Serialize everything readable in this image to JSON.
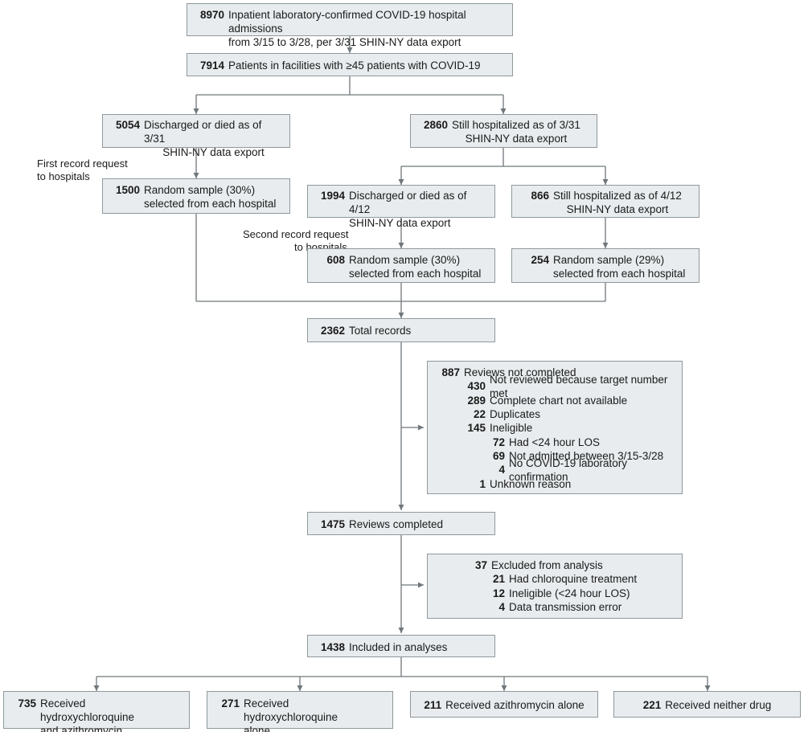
{
  "flow": {
    "admissions": {
      "count": "8970",
      "text": [
        "Inpatient laboratory-confirmed COVID-19 hospital admissions",
        "from 3/15 to 3/28, per 3/31 SHIN-NY data export"
      ]
    },
    "facilities": {
      "count": "7914",
      "text": "Patients in facilities with ≥45 patients with COVID-19"
    },
    "discharged_331": {
      "count": "5054",
      "text": [
        "Discharged or died as of 3/31",
        "SHIN-NY data export"
      ]
    },
    "hospitalized_331": {
      "count": "2860",
      "text": [
        "Still hospitalized as of 3/31",
        "SHIN-NY data export"
      ]
    },
    "first_request": [
      "First record request",
      "to hospitals"
    ],
    "sample_1500": {
      "count": "1500",
      "text": [
        "Random sample (30%)",
        "selected from each hospital"
      ]
    },
    "discharged_412": {
      "count": "1994",
      "text": [
        "Discharged or died as of 4/12",
        "SHIN-NY data export"
      ]
    },
    "hospitalized_412": {
      "count": "866",
      "text": [
        "Still hospitalized as of 4/12",
        "SHIN-NY data export"
      ]
    },
    "second_request": [
      "Second record request",
      "to hospitals"
    ],
    "sample_608": {
      "count": "608",
      "text": [
        "Random sample (30%)",
        "selected from each hospital"
      ]
    },
    "sample_254": {
      "count": "254",
      "text": [
        "Random sample (29%)",
        "selected from each hospital"
      ]
    },
    "total": {
      "count": "2362",
      "text": "Total records"
    },
    "not_completed": {
      "count": "887",
      "text": "Reviews not completed",
      "items": [
        {
          "count": "430",
          "text": "Not reviewed because target number met",
          "level": 1
        },
        {
          "count": "289",
          "text": "Complete chart not available",
          "level": 1
        },
        {
          "count": "22",
          "text": "Duplicates",
          "level": 1
        },
        {
          "count": "145",
          "text": "Ineligible",
          "level": 1
        },
        {
          "count": "72",
          "text": "Had <24 hour LOS",
          "level": 2
        },
        {
          "count": "69",
          "text": "Not admitted between 3/15-3/28",
          "level": 2
        },
        {
          "count": "4",
          "text": "No COVID-19 laboratory confirmation",
          "level": 2
        },
        {
          "count": "1",
          "text": "Unknown reason",
          "level": 1
        }
      ]
    },
    "completed": {
      "count": "1475",
      "text": "Reviews completed"
    },
    "excluded": {
      "count": "37",
      "text": "Excluded from analysis",
      "items": [
        {
          "count": "21",
          "text": "Had chloroquine treatment",
          "level": 1
        },
        {
          "count": "12",
          "text": "Ineligible (<24 hour LOS)",
          "level": 1
        },
        {
          "count": "4",
          "text": "Data transmission error",
          "level": 1
        }
      ]
    },
    "included": {
      "count": "1438",
      "text": "Included in analyses"
    },
    "hcq_azm": {
      "count": "735",
      "text": [
        "Received hydroxychloroquine",
        "and azithromycin"
      ]
    },
    "hcq": {
      "count": "271",
      "text": [
        "Received hydroxychloroquine",
        "alone"
      ]
    },
    "azm": {
      "count": "211",
      "text": "Received azithromycin alone"
    },
    "neither": {
      "count": "221",
      "text": "Received neither drug"
    }
  },
  "colors": {
    "box_fill": "#e8ecee",
    "box_border": "#8f989c",
    "line": "#6f777b"
  }
}
